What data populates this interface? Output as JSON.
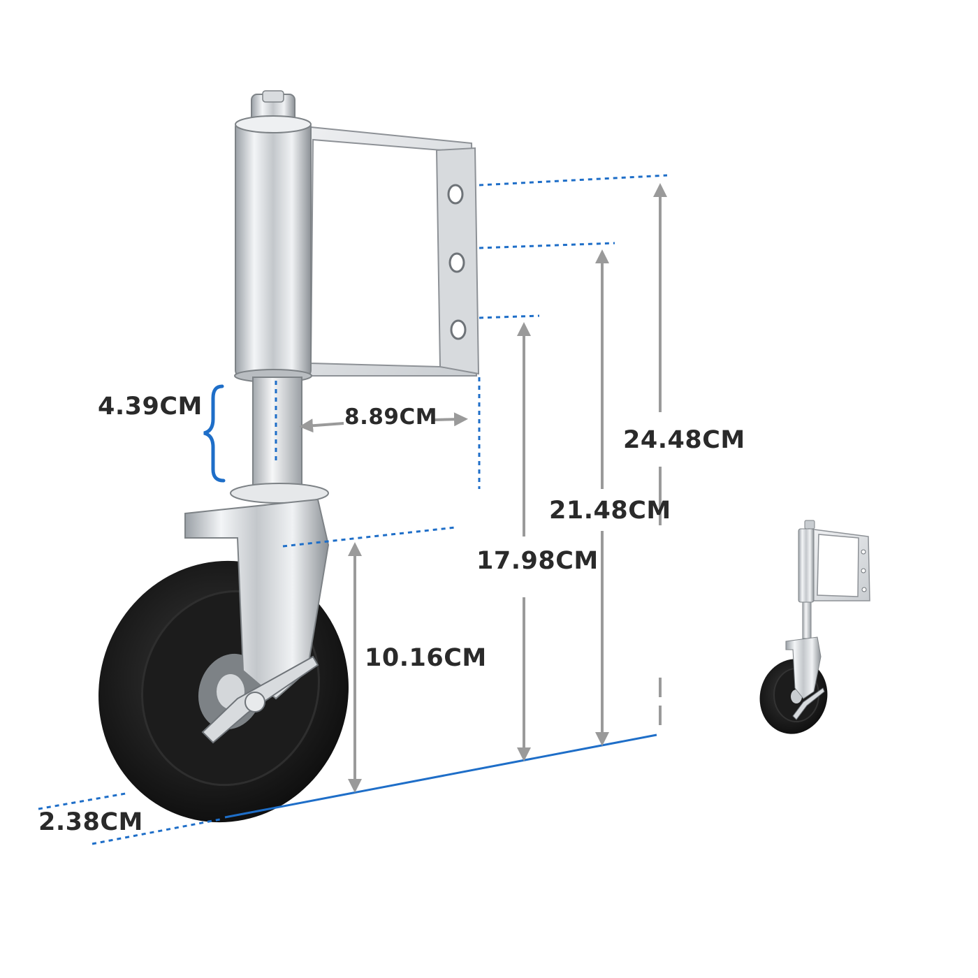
{
  "dimensions": {
    "bracket_offset": "4.39CM",
    "bracket_depth": "8.89CM",
    "height_to_hole_3": "17.98CM",
    "height_to_hole_2": "21.48CM",
    "height_to_hole_1": "24.48CM",
    "wheel_height": "10.16CM",
    "wheel_width": "2.38CM"
  },
  "colors": {
    "dimension_line": "#1e6ec8",
    "arrow": "#9a9a9a",
    "label": "#2a2a2a",
    "tire": "#151515",
    "metal_light": "#e6e8ea",
    "metal_dark": "#8d9196"
  },
  "icons": {
    "main_product": "gate-wheel-caster-image",
    "thumbnail": "gate-wheel-caster-thumbnail"
  }
}
